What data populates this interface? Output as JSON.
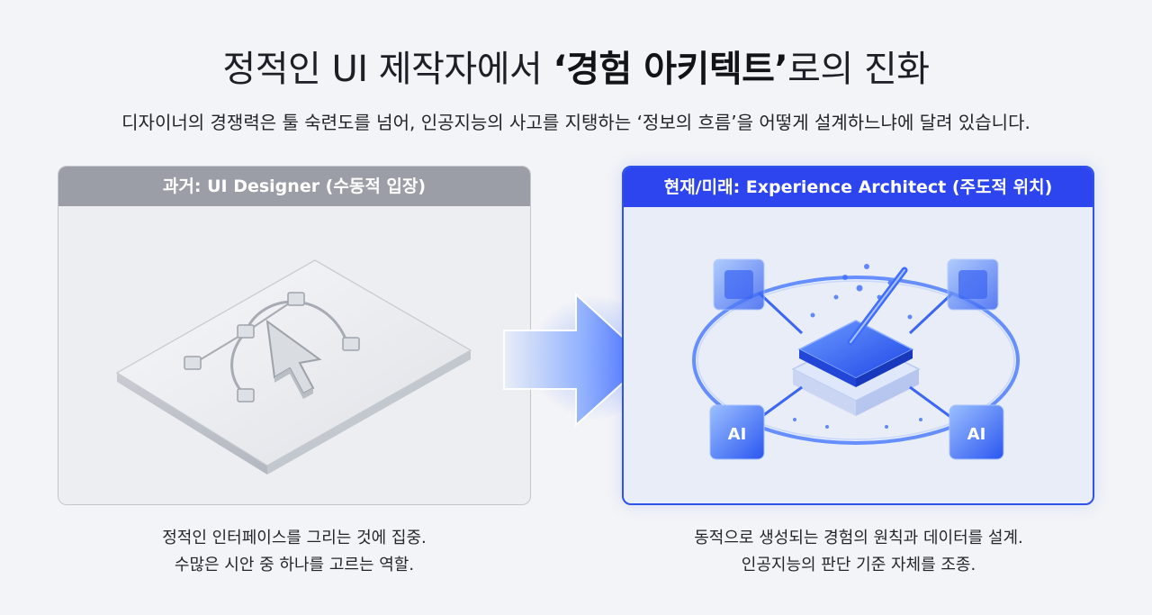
{
  "title": {
    "prefix": "정적인 UI 제작자에서 ",
    "highlight": "‘경험 아키텍트’",
    "suffix": "로의 진화"
  },
  "subtitle": "디자이너의 경쟁력은 툴 숙련도를 넘어, 인공지능의 사고를 지탱하는 ‘정보의 흐름’을 어떻게 설계하느냐에 달려 있습니다.",
  "left_panel": {
    "header": "과거: UI Designer (수동적 입장)",
    "caption_line1": "정적인 인터페이스를 그리는 것에 집중.",
    "caption_line2": "수많은 시안 중 하나를 고르는 역할."
  },
  "right_panel": {
    "header": "현재/미래: Experience Architect (주도적 위치)",
    "node_label": "AI",
    "caption_line1": "동적으로 생성되는 경험의 원칙과 데이터를 설계.",
    "caption_line2": "인공지능의 판단 기준 자체를 조종."
  },
  "colors": {
    "accent": "#2d45ee",
    "neutral_header": "#9b9ea6",
    "background": "#f3f4f7"
  }
}
